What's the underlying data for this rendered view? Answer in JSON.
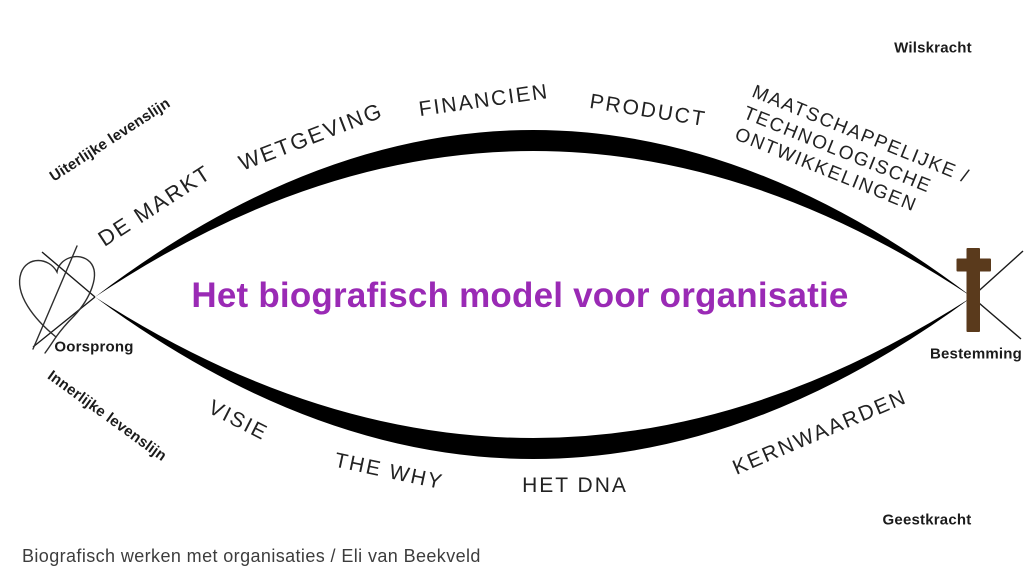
{
  "title": "Het biografisch model voor organisatie",
  "footer": "Biografisch werken met organisaties / Eli van Beekveld",
  "poles": {
    "origin": "Oorsprong",
    "destination": "Bestemming",
    "willpower": "Wilskracht",
    "spiritpower": "Geestkracht"
  },
  "lifelines": {
    "outer": "Uiterlijke levenslijn",
    "inner": "Innerlijke levenslijn"
  },
  "outer_labels": [
    "DE MARKT",
    "WETGEVING",
    "FINANCIEN",
    "PRODUCT"
  ],
  "developments": {
    "lines": [
      "MAATSCHAPPELIJKE /",
      "TECHNOLOGISCHE",
      "ONTWIKKELINGEN"
    ]
  },
  "inner_labels": [
    "VISIE",
    "THE WHY",
    "HET DNA",
    "KERNWAARDEN"
  ],
  "icons": {
    "left": "heart-sketch-icon",
    "right": "christian-cross-icon"
  },
  "colors": {
    "title": "#9a2ab5",
    "line": "#000000",
    "cross": "#5a3a1c",
    "sketch": "#2e2e2e"
  }
}
